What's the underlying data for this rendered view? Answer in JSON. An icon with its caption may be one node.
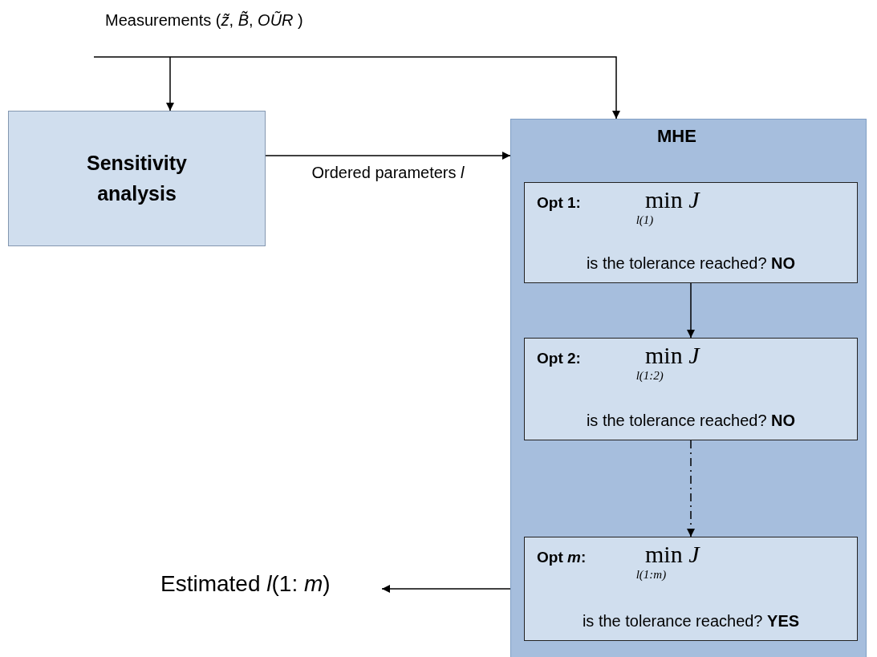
{
  "diagram": {
    "nodes": [
      {
        "text": [
          "Measurements (*z̃*, *B̃*, *OŨR* )"
        ]
      },
      {
        "text": [
          "Sensitivity analysis"
        ]
      },
      {
        "text": [
          "MHE"
        ]
      },
      {
        "text": [
          "Opt 1:",
          "min$_{l(1)}$ *J*",
          "is the tolerance reached? **NO**"
        ],
        "in": 2
      },
      {
        "text": [
          "Opt 2:",
          "min$_{l(1:2)}$ *J*",
          "is the tolerance reached? **NO**"
        ],
        "in": 2
      },
      {
        "text": [
          "Opt *m*:",
          "min$_{l(1:m)}$ *J*",
          "is the tolerance reached? **YES**"
        ],
        "in": 2
      },
      {
        "text": [
          "Estimated *l*(1: *m*)"
        ]
      }
    ],
    "edges": [
      {
        "from": 0,
        "to": 1,
        "arrow": "to"
      },
      {
        "from": 0,
        "to": 2,
        "arrow": "to"
      },
      {
        "from": 1,
        "to": 2,
        "arrow": "to",
        "label": "Ordered parameters *l*"
      },
      {
        "from": 3,
        "to": 4,
        "arrow": "to"
      },
      {
        "from": 4,
        "to": 5,
        "arrow": "to",
        "style": "dashed"
      },
      {
        "from": 2,
        "to": 6,
        "arrow": "to"
      }
    ]
  }
}
